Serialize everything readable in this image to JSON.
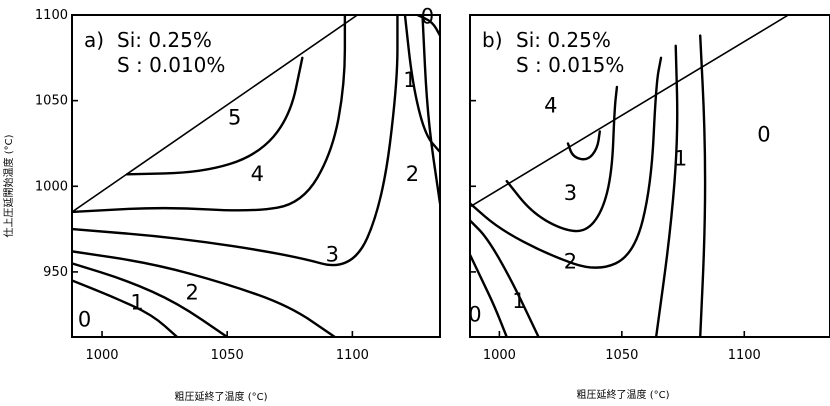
{
  "chart_data": [
    {
      "type": "contour",
      "panel_label": "a)",
      "title_lines": [
        "Si: 0.25%",
        "S : 0.010%"
      ],
      "xlabel": "粗圧延終了温度 (°C)",
      "ylabel": "仕上圧延開始温度 (°C)",
      "xlim": [
        988,
        1135
      ],
      "ylim": [
        912,
        1100
      ],
      "xticks": [
        1000,
        1050,
        1100
      ],
      "yticks": [
        950,
        1000,
        1050,
        1100
      ],
      "boundary": [
        [
          988,
          985
        ],
        [
          1102,
          1100
        ]
      ],
      "contours": [
        {
          "level": "5",
          "points": [
            [
              1010,
              1007
            ],
            [
              1040,
              1008
            ],
            [
              1062,
              1018
            ],
            [
              1075,
              1040
            ],
            [
              1080,
              1075
            ]
          ],
          "label_at": [
            1053,
            1036
          ]
        },
        {
          "level": "4",
          "points": [
            [
              988,
              985
            ],
            [
              1025,
              988
            ],
            [
              1060,
              985
            ],
            [
              1080,
              990
            ],
            [
              1092,
              1020
            ],
            [
              1097,
              1060
            ],
            [
              1097,
              1100
            ]
          ],
          "label_at": [
            1062,
            1003
          ]
        },
        {
          "level": "3",
          "points": [
            [
              988,
              975
            ],
            [
              1030,
              970
            ],
            [
              1075,
              960
            ],
            [
              1100,
              950
            ],
            [
              1112,
              990
            ],
            [
              1118,
              1060
            ],
            [
              1118,
              1100
            ]
          ],
          "label_at": [
            1092,
            956
          ]
        },
        {
          "level": "2",
          "points": [
            [
              988,
              962
            ],
            [
              1020,
              955
            ],
            [
              1050,
              943
            ],
            [
              1075,
              930
            ],
            [
              1093,
              912
            ]
          ],
          "label_at": [
            1036,
            934
          ]
        },
        {
          "level": "1",
          "points": [
            [
              988,
              955
            ],
            [
              1010,
              945
            ],
            [
              1030,
              932
            ],
            [
              1050,
              912
            ]
          ],
          "label_at": [
            1014,
            928
          ]
        },
        {
          "level": "0",
          "points": [
            [
              988,
              945
            ],
            [
              1005,
              935
            ],
            [
              1020,
              925
            ],
            [
              1030,
              912
            ]
          ],
          "label_at": [
            993,
            918
          ]
        },
        {
          "level": "2",
          "points": [
            [
              1128,
              1100
            ],
            [
              1130,
              1040
            ],
            [
              1135,
              990
            ]
          ],
          "label_at": [
            1124,
            1003
          ]
        },
        {
          "level": "1",
          "points": [
            [
              1121,
              1100
            ],
            [
              1124,
              1060
            ],
            [
              1129,
              1030
            ],
            [
              1135,
              1020
            ]
          ],
          "label_at": [
            1123,
            1058
          ]
        },
        {
          "level": "0",
          "points": [
            [
              1126,
              1100
            ],
            [
              1132,
              1096
            ],
            [
              1135,
              1088
            ]
          ],
          "label_at": [
            1130,
            1095
          ]
        }
      ]
    },
    {
      "type": "contour",
      "panel_label": "b)",
      "title_lines": [
        "Si: 0.25%",
        "S : 0.015%"
      ],
      "xlabel": "粗圧延終了温度 (°C)",
      "ylabel": "",
      "xlim": [
        988,
        1135
      ],
      "ylim": [
        912,
        1100
      ],
      "xticks": [
        1000,
        1050,
        1100
      ],
      "yticks": [
        950,
        1000,
        1050,
        1100
      ],
      "boundary": [
        [
          988,
          988
        ],
        [
          1118,
          1100
        ]
      ],
      "contours": [
        {
          "level": "4",
          "points": [
            [
              1028,
              1025
            ],
            [
              1030,
              1017
            ],
            [
              1036,
              1015
            ],
            [
              1040,
              1022
            ],
            [
              1041,
              1032
            ]
          ],
          "label_at": [
            1021,
            1043
          ]
        },
        {
          "level": "3",
          "points": [
            [
              1003,
              1003
            ],
            [
              1013,
              985
            ],
            [
              1025,
              975
            ],
            [
              1035,
              973
            ],
            [
              1042,
              985
            ],
            [
              1046,
              1008
            ],
            [
              1047,
              1045
            ],
            [
              1048,
              1058
            ]
          ],
          "label_at": [
            1029,
            992
          ]
        },
        {
          "level": "2",
          "points": [
            [
              988,
              990
            ],
            [
              1000,
              975
            ],
            [
              1020,
              960
            ],
            [
              1040,
              950
            ],
            [
              1055,
              960
            ],
            [
              1062,
              1000
            ],
            [
              1064,
              1060
            ],
            [
              1066,
              1075
            ]
          ],
          "label_at": [
            1029,
            952
          ]
        },
        {
          "level": "1",
          "points": [
            [
              988,
              980
            ],
            [
              995,
              970
            ],
            [
              1005,
              945
            ],
            [
              1016,
              912
            ]
          ],
          "label_at": [
            1008,
            929
          ]
        },
        {
          "level": "0",
          "points": [
            [
              988,
              960
            ],
            [
              993,
              945
            ],
            [
              998,
              930
            ],
            [
              1003,
              912
            ]
          ],
          "label_at": [
            990,
            921
          ]
        },
        {
          "level": "1",
          "points": [
            [
              1072,
              1082
            ],
            [
              1073,
              1030
            ],
            [
              1070,
              975
            ],
            [
              1064,
              912
            ]
          ],
          "label_at": [
            1074,
            1012
          ]
        },
        {
          "level": "0",
          "points": [
            [
              1082,
              1088
            ],
            [
              1084,
              1030
            ],
            [
              1084,
              975
            ],
            [
              1082,
              912
            ]
          ],
          "label_at": [
            1108,
            1026
          ]
        }
      ]
    }
  ]
}
